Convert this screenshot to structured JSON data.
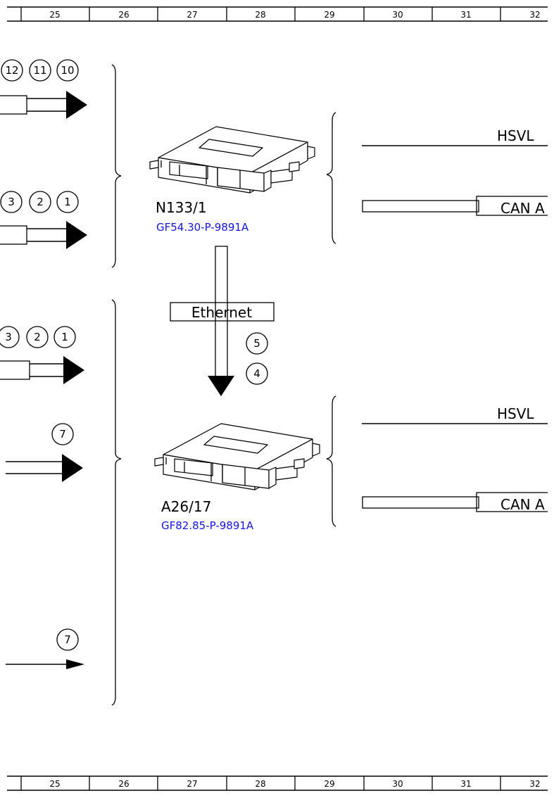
{
  "ruler": {
    "numbers": [
      "25",
      "26",
      "27",
      "28",
      "29",
      "30",
      "31",
      "32"
    ]
  },
  "components": {
    "upper": {
      "name": "N133/1",
      "link": "GF54.30-P-9891A"
    },
    "lower": {
      "name": "A26/17",
      "link": "GF82.85-P-9891A"
    }
  },
  "connection": {
    "label": "Ethernet",
    "markers": [
      "5",
      "4"
    ]
  },
  "left_markers": {
    "row1": [
      "12",
      "11",
      "10"
    ],
    "row2": [
      "3",
      "2",
      "1"
    ],
    "row3": [
      "3",
      "2",
      "1"
    ],
    "row4": [
      "7"
    ],
    "row5": [
      "7"
    ]
  },
  "right_wires": {
    "upper_hsvl": "HSVL",
    "upper_can": "CAN A",
    "lower_hsvl": "HSVL",
    "lower_can": "CAN A"
  }
}
